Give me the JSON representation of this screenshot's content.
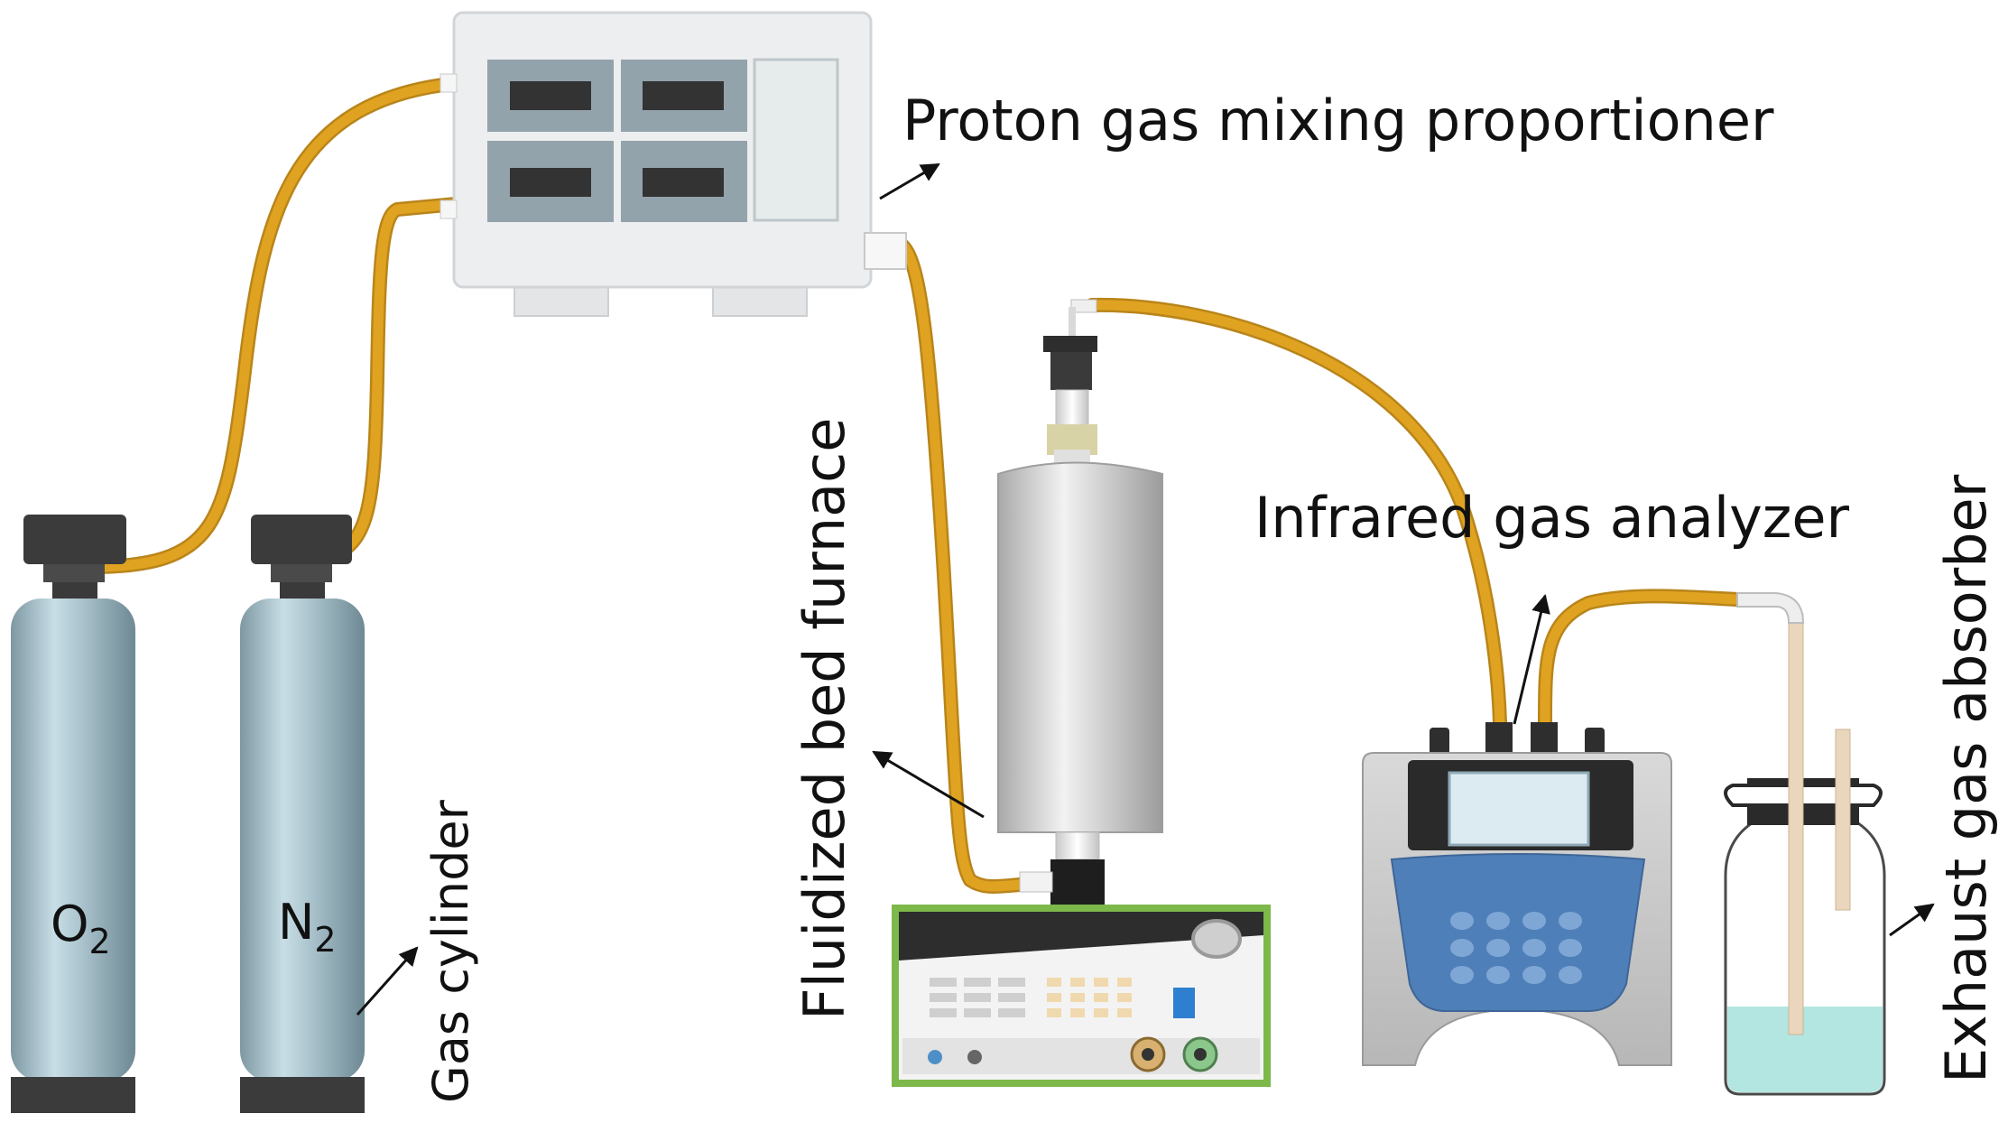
{
  "labels": {
    "mixer": "Proton gas mixing proportioner",
    "furnace": "Fluidized bed furnace",
    "analyzer": "Infrared gas analyzer",
    "absorber": "Exhaust gas absorber",
    "cylinder": "Gas cylinder"
  },
  "cylinders": [
    {
      "element": "O",
      "subscript": "2"
    },
    {
      "element": "N",
      "subscript": "2"
    }
  ],
  "colors": {
    "tube": "#E0A321",
    "tube_edge": "#B9851A",
    "cylinder_body": "#A9C4CE",
    "cylinder_cap": "#3B3B3B",
    "mixer_body": "#ECEEF0",
    "controller_frame": "#7DB84A",
    "analyzer_keypad": "#4F7FB8",
    "absorber_liquid": "#B3E6E0"
  }
}
